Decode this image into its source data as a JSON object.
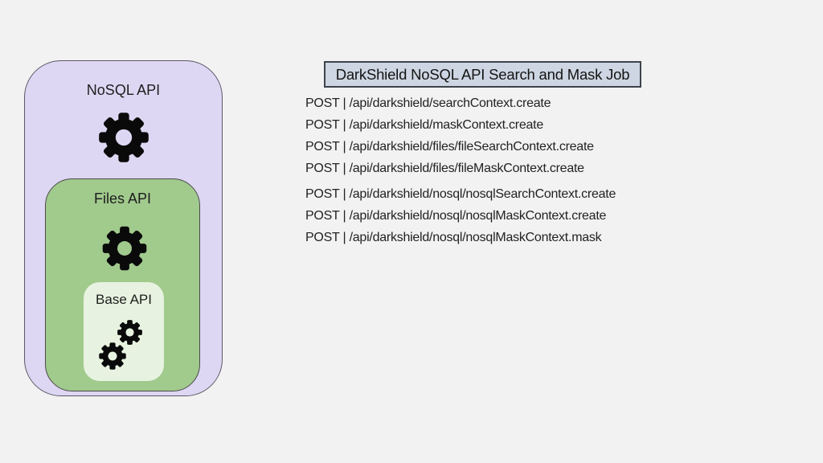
{
  "canvas": {
    "background": "#f2f2f2",
    "text_color": "#1d1d1d"
  },
  "diagram": {
    "outer": {
      "label": "NoSQL API",
      "fill": "#ded7f3",
      "border": "#5a5766"
    },
    "middle": {
      "label": "Files API",
      "fill": "#a1ca8d",
      "border": "#4a4a4a"
    },
    "inner": {
      "label": "Base API",
      "fill": "#e7f3e0"
    },
    "gear_color": "#0a0a0a"
  },
  "title_box": {
    "label": "DarkShield NoSQL API Search and Mask Job",
    "fill": "#cdd6e2",
    "border": "#3e434b"
  },
  "endpoints": {
    "items": [
      "POST | /api/darkshield/searchContext.create",
      "POST | /api/darkshield/maskContext.create",
      "POST | /api/darkshield/files/fileSearchContext.create",
      "POST | /api/darkshield/files/fileMaskContext.create",
      "POST | /api/darkshield/nosql/nosqlSearchContext.create",
      "POST | /api/darkshield/nosql/nosqlMaskContext.create",
      "POST | /api/darkshield/nosql/nosqlMaskContext.mask"
    ]
  }
}
